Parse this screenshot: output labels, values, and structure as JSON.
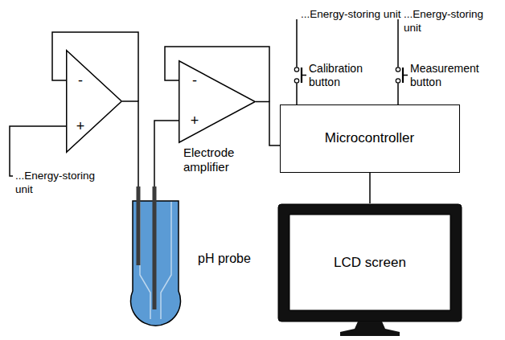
{
  "diagram": {
    "nodes": [
      {
        "text": [
          "-",
          "+"
        ]
      },
      {
        "text": [
          "-",
          "+",
          "Electrode amplifier"
        ]
      },
      {
        "text": [
          "Microcontroller"
        ]
      },
      {
        "text": [
          "pH probe"
        ]
      },
      {
        "text": [
          "LCD screen"
        ]
      }
    ],
    "edges": [
      {
        "from": 0,
        "to": 3,
        "arrow": "none"
      },
      {
        "from": 3,
        "to": 1,
        "arrow": "none"
      },
      {
        "from": 1,
        "to": 2,
        "arrow": "none"
      },
      {
        "from": 2,
        "to": 4,
        "arrow": "none"
      }
    ],
    "labels": [
      "...Energy-storing unit",
      "...Energy-storing unit",
      "Calibration button",
      "Measurement button",
      "...Energy-storing unit"
    ]
  }
}
